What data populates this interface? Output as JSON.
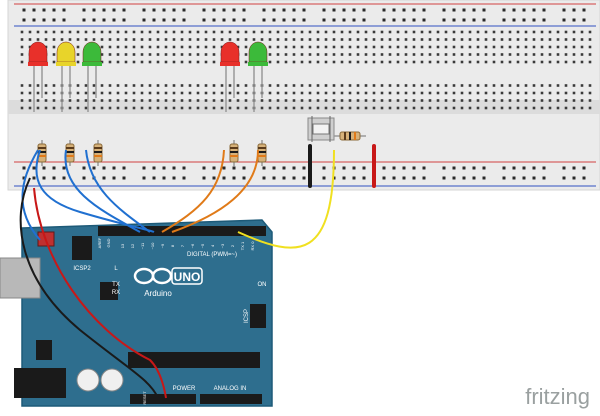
{
  "watermark": "fritzing",
  "arduino": {
    "logo_text": "Arduino",
    "model": "UNO",
    "digital_label": "DIGITAL (PWM=~)",
    "analog_label": "ANALOG IN",
    "power_label": "POWER",
    "icsp_label": "ICSP",
    "icsp2_label": "ICSP2",
    "on_label": "ON",
    "tx_label": "TX",
    "rx_label": "RX",
    "l_label": "L",
    "aref_label": "AREF",
    "gnd_label": "GND",
    "reset_label": "RESET",
    "pin_13": "13",
    "pin_12": "12",
    "pin_11": "~11",
    "pin_10": "~10",
    "pin_9": "~9",
    "pin_8": "8",
    "pin_7": "7",
    "pin_6": "~6",
    "pin_5": "~5",
    "pin_4": "4",
    "pin_3": "~3",
    "pin_2": "2",
    "tx_pin": "TX 1",
    "rx_pin": "RX 0"
  },
  "colors": {
    "board": "#2e6e8e",
    "board_edge": "#1d5a78",
    "breadboard": "#ebebeb",
    "rail_red": "#d04040",
    "rail_blue": "#3050c0",
    "led_red": "#e8302a",
    "led_yellow": "#e8d42a",
    "led_green": "#3cba3a",
    "wire_blue": "#2070d0",
    "wire_orange": "#e07a18",
    "wire_yellow": "#f0e020",
    "wire_black": "#1a1a1a",
    "wire_red": "#c81818"
  },
  "leds": [
    {
      "color": "red"
    },
    {
      "color": "yellow"
    },
    {
      "color": "green"
    },
    {
      "color": "red"
    },
    {
      "color": "green"
    }
  ],
  "icons": [
    "led-icon",
    "resistor-icon",
    "pushbutton-icon",
    "usb-port-icon",
    "power-jack-icon",
    "capacitor-icon"
  ]
}
